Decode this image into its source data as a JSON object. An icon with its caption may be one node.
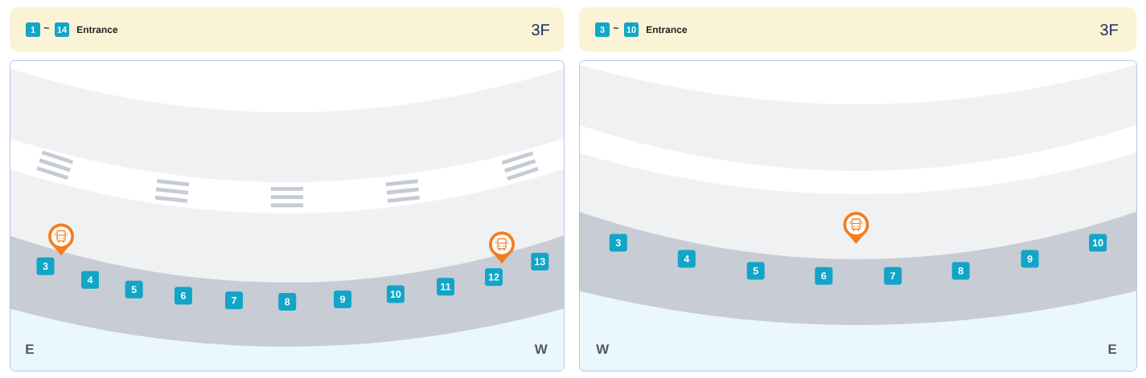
{
  "diagram": {
    "nodes": [
      {
        "text": [
          "~",
          "Entrance",
          "3F"
        ]
      },
      {
        "text": [
          "1"
        ],
        "in": 0
      },
      {
        "text": [
          "14"
        ],
        "in": 0
      },
      {
        "text": [
          "E",
          "W"
        ]
      },
      {
        "text": [
          "3"
        ],
        "in": 3
      },
      {
        "text": [
          "4"
        ],
        "in": 3
      },
      {
        "text": [
          "5"
        ],
        "in": 3
      },
      {
        "text": [
          "6"
        ],
        "in": 3
      },
      {
        "text": [
          "7"
        ],
        "in": 3
      },
      {
        "text": [
          "8"
        ],
        "in": 3
      },
      {
        "text": [
          "9"
        ],
        "in": 3
      },
      {
        "text": [
          "10"
        ],
        "in": 3
      },
      {
        "text": [
          "11"
        ],
        "in": 3
      },
      {
        "text": [
          "12"
        ],
        "in": 3
      },
      {
        "text": [
          "13"
        ],
        "in": 3
      },
      {
        "text": [
          "~",
          "Entrance",
          "3F"
        ]
      },
      {
        "text": [
          "3"
        ],
        "in": 15
      },
      {
        "text": [
          "10"
        ],
        "in": 15
      },
      {
        "text": [
          "W",
          "E"
        ]
      },
      {
        "text": [
          "3"
        ],
        "in": 18
      },
      {
        "text": [
          "4"
        ],
        "in": 18
      },
      {
        "text": [
          "5"
        ],
        "in": 18
      },
      {
        "text": [
          "6"
        ],
        "in": 18
      },
      {
        "text": [
          "7"
        ],
        "in": 18
      },
      {
        "text": [
          "8"
        ],
        "in": 18
      },
      {
        "text": [
          "9"
        ],
        "in": 18
      },
      {
        "text": [
          "10"
        ],
        "in": 18
      }
    ]
  }
}
